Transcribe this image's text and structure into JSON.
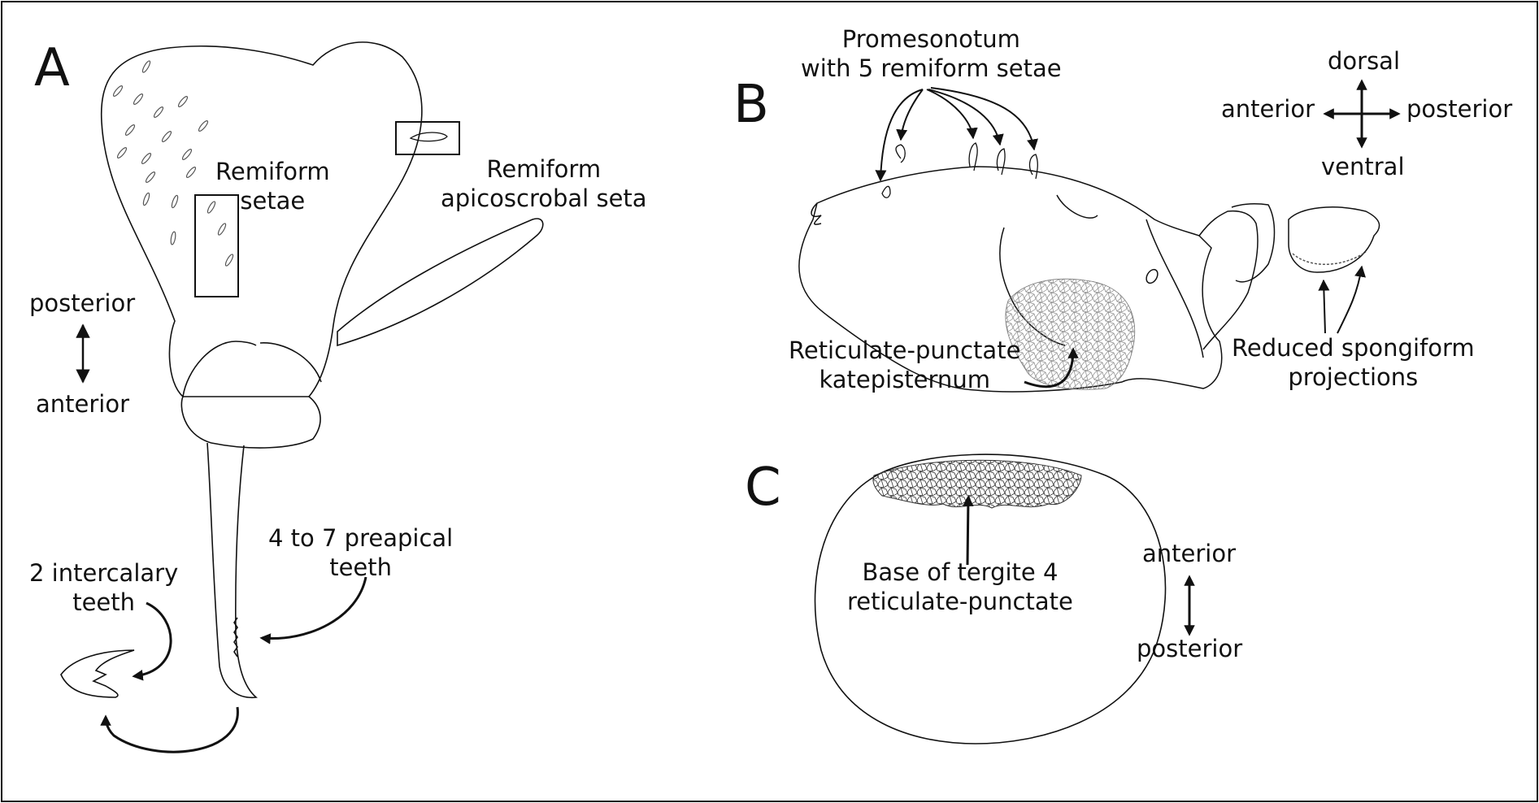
{
  "panels": {
    "A": {
      "letter": "A",
      "remiform_setae": "Remiform\nsetae",
      "remiform_apicoscrobal": "Remiform\napicoscrobal seta",
      "axis_top": "posterior",
      "axis_bottom": "anterior",
      "preapical": "4 to 7 preapical\nteeth",
      "intercalary": "2 intercalary\nteeth"
    },
    "B": {
      "letter": "B",
      "promesonotum": "Promesonotum\nwith 5 remiform setae",
      "reticulate": "Reticulate-punctate\nkatepisternum",
      "spongiform": "Reduced spongiform\nprojections",
      "axis_up": "dorsal",
      "axis_down": "ventral",
      "axis_left": "anterior",
      "axis_right": "posterior"
    },
    "C": {
      "letter": "C",
      "tergite": "Base of tergite 4\nreticulate-punctate",
      "axis_top": "anterior",
      "axis_bottom": "posterior"
    }
  },
  "colors": {
    "line": "#111111",
    "stroke_light": "#555555",
    "background": "#ffffff"
  }
}
